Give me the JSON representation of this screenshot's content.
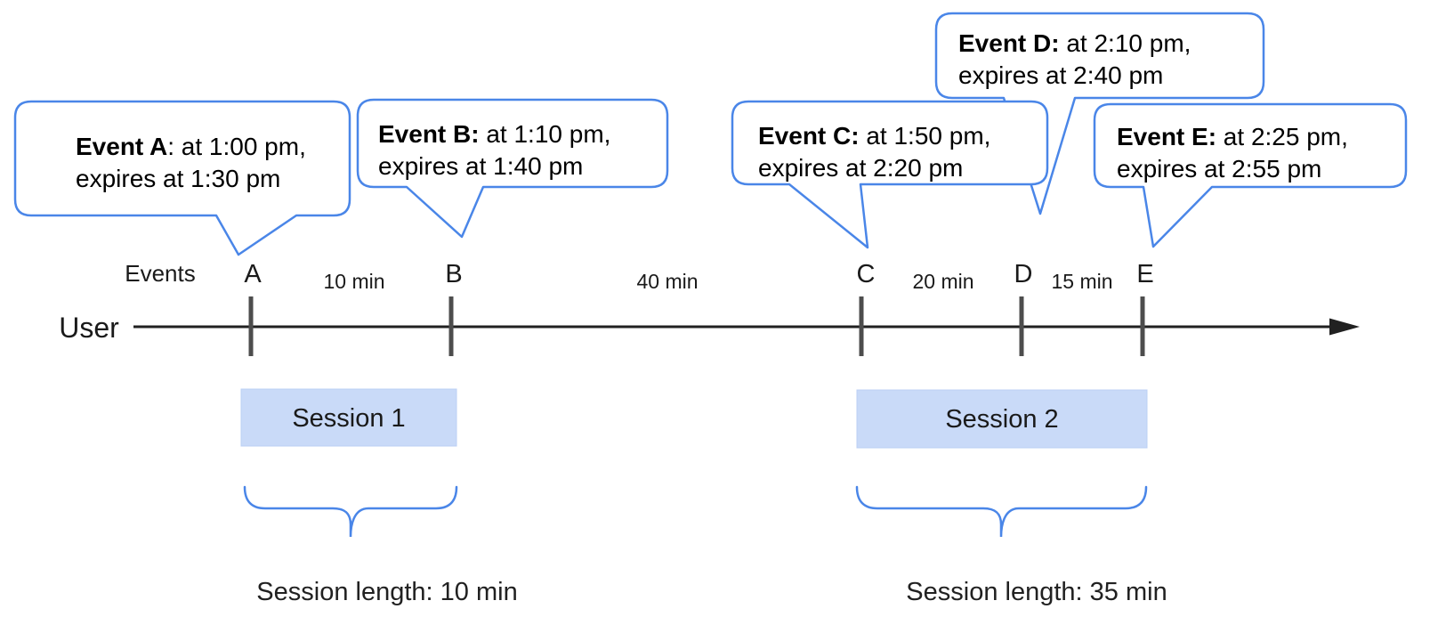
{
  "labels": {
    "events_axis": "Events",
    "user": "User"
  },
  "timeline": {
    "letters": [
      "A",
      "B",
      "C",
      "D",
      "E"
    ],
    "intervals": [
      "10 min",
      "40 min",
      "20 min",
      "15 min"
    ]
  },
  "bubbles": [
    {
      "bold": "Event A",
      "rest": ": at 1:00 pm,",
      "line2": "expires at 1:30 pm"
    },
    {
      "bold": "Event B:",
      "rest": " at 1:10 pm,",
      "line2": "expires at 1:40 pm"
    },
    {
      "bold": "Event C:",
      "rest": " at 1:50 pm,",
      "line2": "expires at 2:20 pm"
    },
    {
      "bold": "Event D:",
      "rest": " at 2:10 pm,",
      "line2": "expires at 2:40 pm"
    },
    {
      "bold": "Event E:",
      "rest": " at 2:25 pm,",
      "line2": "expires at 2:55 pm"
    }
  ],
  "sessions": [
    {
      "label": "Session 1",
      "length": "Session length: 10 min"
    },
    {
      "label": "Session 2",
      "length": "Session length: 35 min"
    }
  ],
  "colors": {
    "bubble_stroke": "#4a86e8",
    "brace": "#4a86e8",
    "session_fill": "#c9daf8",
    "tick": "#4d4d4d",
    "axis": "#212121"
  }
}
